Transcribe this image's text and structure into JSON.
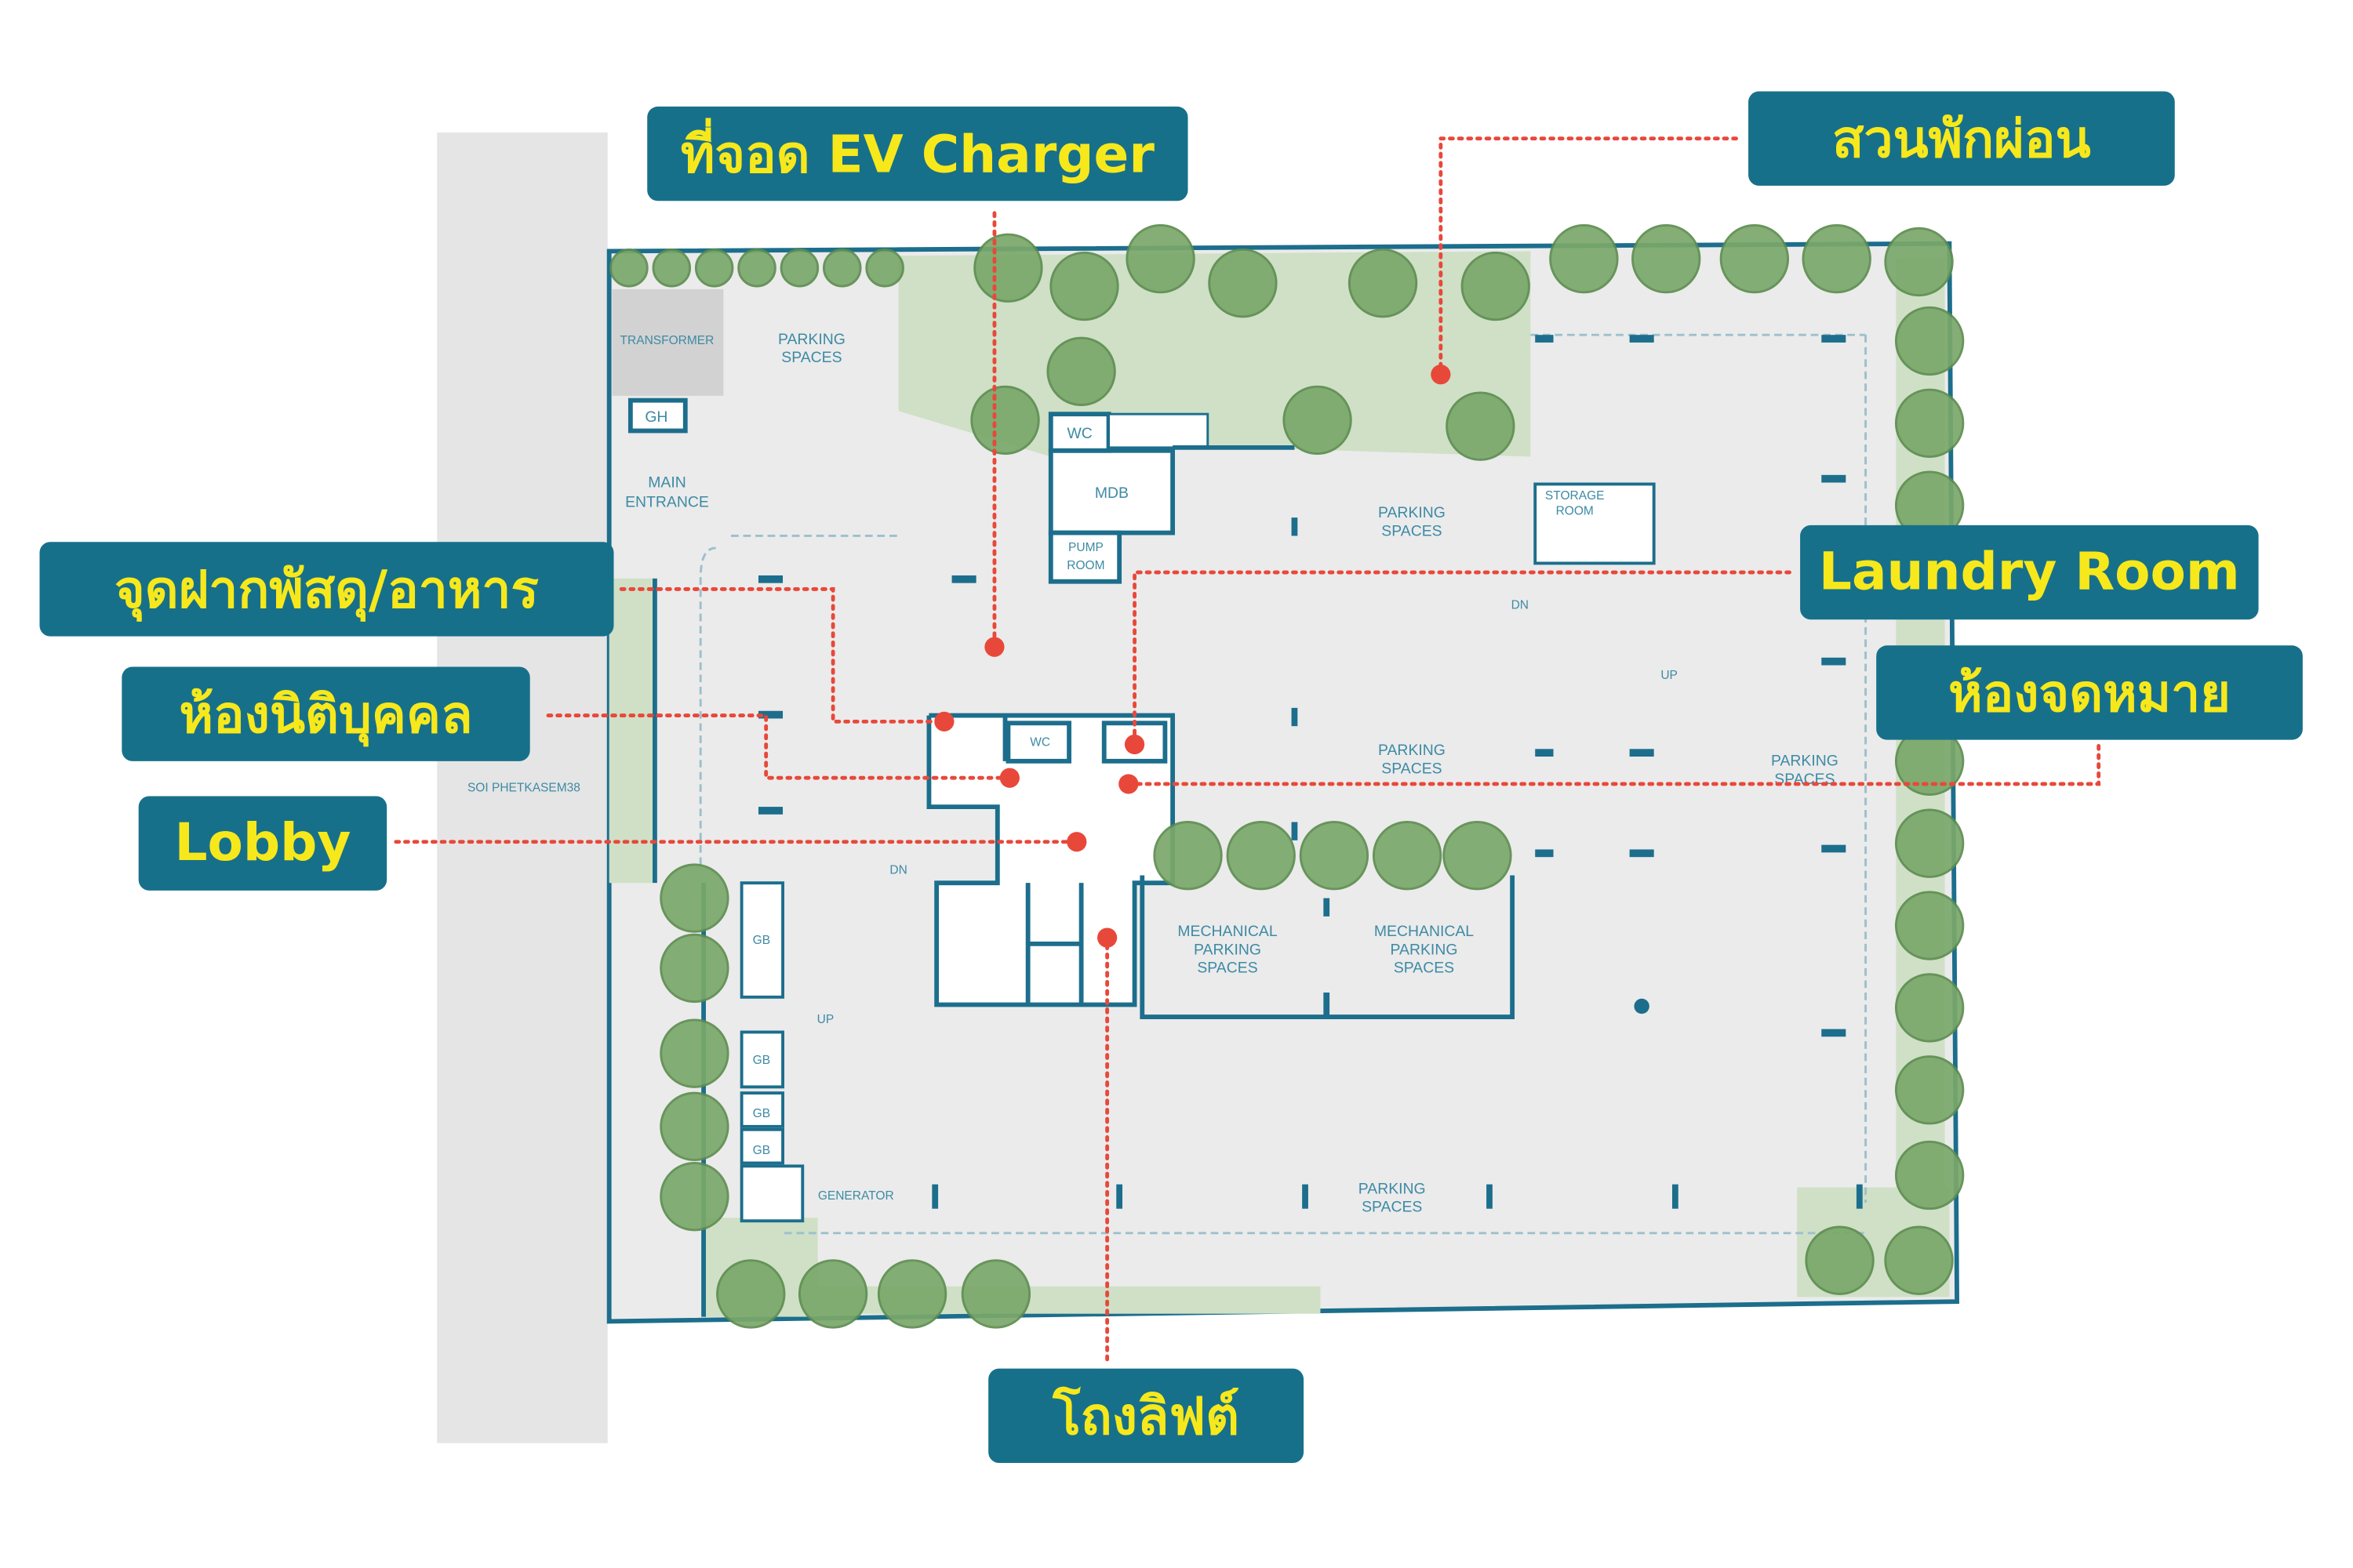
{
  "callouts": {
    "ev_charger": "ที่จอด EV Charger",
    "garden": "สวนพักผ่อน",
    "parcel": "จุดฝากพัสดุ/อาหาร",
    "juristic": "ห้องนิติบุคคล",
    "lobby": "Lobby",
    "laundry": "Laundry Room",
    "mailroom": "ห้องจดหมาย",
    "lift_hall": "โถงลิฟต์"
  },
  "plan_labels": {
    "transformer": "TRANSFORMER",
    "parking_1": [
      "PARKING",
      "SPACES"
    ],
    "gh": "GH",
    "main_entrance": [
      "MAIN",
      "ENTRANCE"
    ],
    "wc_top": "WC",
    "mdb": "MDB",
    "pump_room": [
      "PUMP",
      "ROOM"
    ],
    "parking_2": [
      "PARKING",
      "SPACES"
    ],
    "storage_room": [
      "STORAGE",
      "ROOM"
    ],
    "dn_right": "DN",
    "up_right": "UP",
    "parking_3": [
      "PARKING",
      "SPACES"
    ],
    "parking_right": [
      "PARKING",
      "SPACES"
    ],
    "wc_center": "WC",
    "soi": "SOI PHETKASEM38",
    "dn_left": "DN",
    "up_left": "UP",
    "gb": [
      "GB",
      "GB",
      "GB",
      "GB"
    ],
    "generator": "GENERATOR",
    "mech_1": [
      "MECHANICAL",
      "PARKING",
      "SPACES"
    ],
    "mech_2": [
      "MECHANICAL",
      "PARKING",
      "SPACES"
    ],
    "parking_bottom": [
      "PARKING",
      "SPACES"
    ]
  },
  "colors": {
    "callout_bg": "#17708a",
    "callout_text": "#f7e81c",
    "leader": "#e8483a",
    "wall": "#1c6e8c",
    "garden": "#cfe0c6",
    "tree": "#7aa86a"
  }
}
